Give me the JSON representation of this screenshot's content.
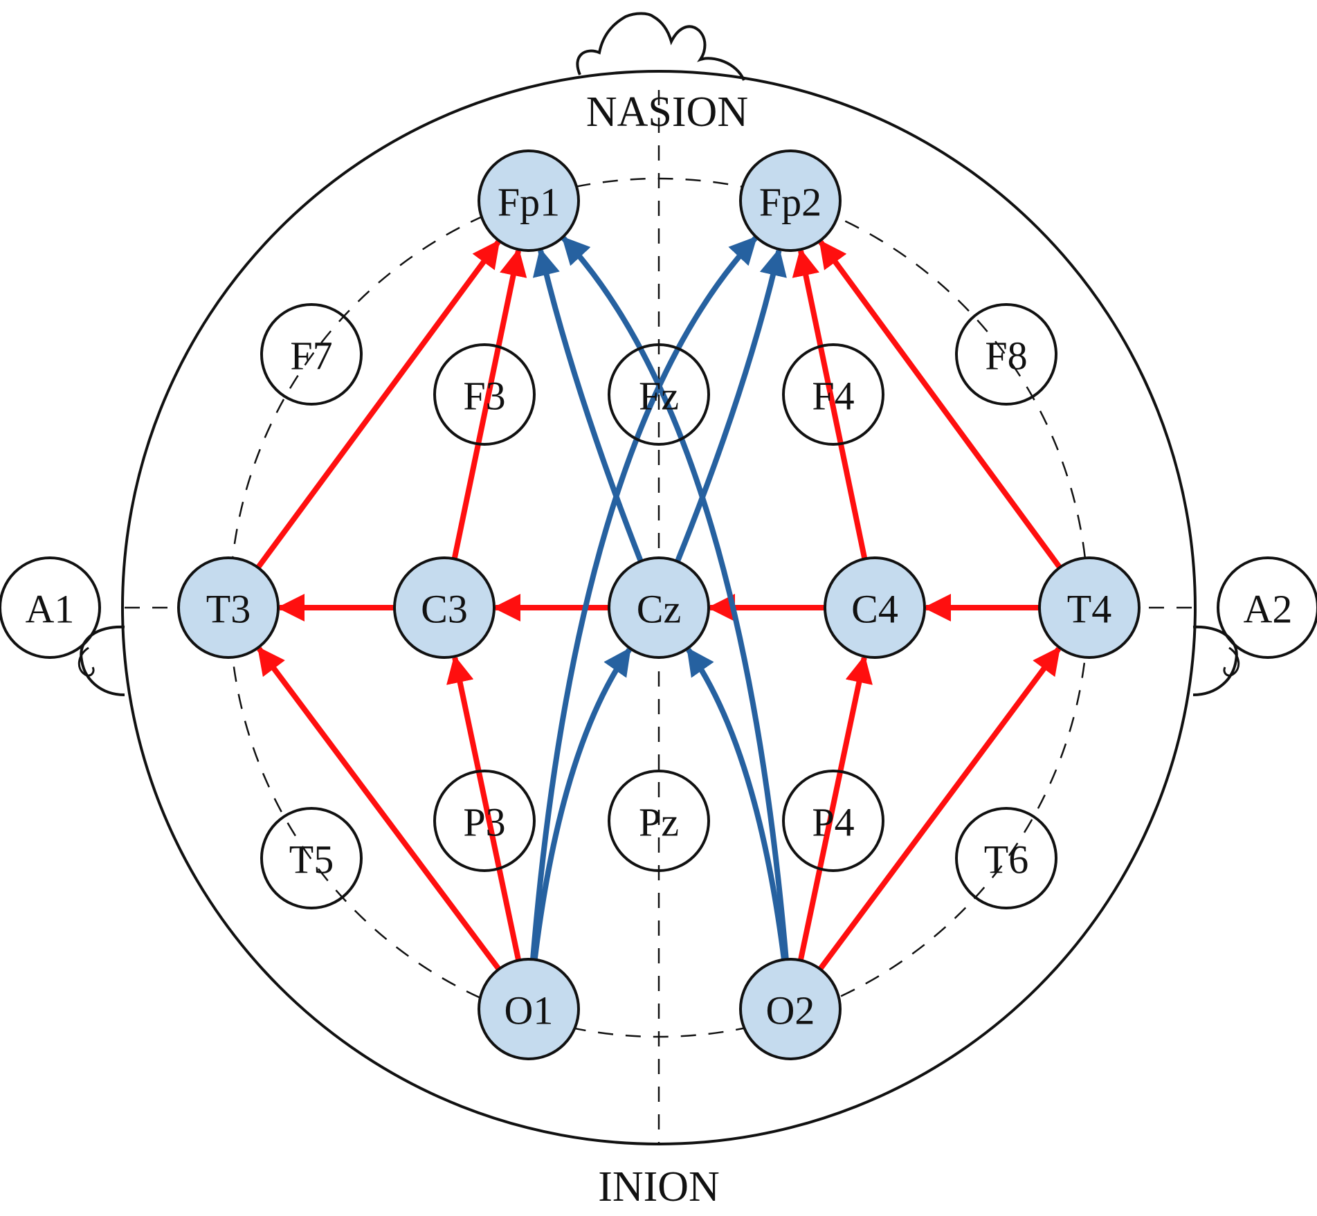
{
  "landmarks": {
    "nasion": "NASION",
    "inion": "INION"
  },
  "colors": {
    "highlight_fill": "#c5dbee",
    "plain_fill": "#ffffff",
    "outline": "#111111",
    "red_arrow": "#ff0f0f",
    "blue_arrow": "#2661a0"
  },
  "electrodes": [
    {
      "id": "Fp1",
      "label": "Fp1",
      "highlighted": true
    },
    {
      "id": "Fp2",
      "label": "Fp2",
      "highlighted": true
    },
    {
      "id": "F7",
      "label": "F7",
      "highlighted": false
    },
    {
      "id": "F3",
      "label": "F3",
      "highlighted": false
    },
    {
      "id": "Fz",
      "label": "Fz",
      "highlighted": false
    },
    {
      "id": "F4",
      "label": "F4",
      "highlighted": false
    },
    {
      "id": "F8",
      "label": "F8",
      "highlighted": false
    },
    {
      "id": "A1",
      "label": "A1",
      "highlighted": false
    },
    {
      "id": "T3",
      "label": "T3",
      "highlighted": true
    },
    {
      "id": "C3",
      "label": "C3",
      "highlighted": true
    },
    {
      "id": "Cz",
      "label": "Cz",
      "highlighted": true
    },
    {
      "id": "C4",
      "label": "C4",
      "highlighted": true
    },
    {
      "id": "T4",
      "label": "T4",
      "highlighted": true
    },
    {
      "id": "A2",
      "label": "A2",
      "highlighted": false
    },
    {
      "id": "T5",
      "label": "T5",
      "highlighted": false
    },
    {
      "id": "P3",
      "label": "P3",
      "highlighted": false
    },
    {
      "id": "Pz",
      "label": "Pz",
      "highlighted": false
    },
    {
      "id": "P4",
      "label": "P4",
      "highlighted": false
    },
    {
      "id": "T6",
      "label": "T6",
      "highlighted": false
    },
    {
      "id": "O1",
      "label": "O1",
      "highlighted": true
    },
    {
      "id": "O2",
      "label": "O2",
      "highlighted": true
    }
  ],
  "connections": [
    {
      "from": "T3",
      "to": "Fp1",
      "color": "red"
    },
    {
      "from": "C3",
      "to": "Fp1",
      "color": "red"
    },
    {
      "from": "C4",
      "to": "Fp2",
      "color": "red"
    },
    {
      "from": "T4",
      "to": "Fp2",
      "color": "red"
    },
    {
      "from": "C3",
      "to": "T3",
      "color": "red"
    },
    {
      "from": "Cz",
      "to": "C3",
      "color": "red"
    },
    {
      "from": "C4",
      "to": "Cz",
      "color": "red"
    },
    {
      "from": "T4",
      "to": "C4",
      "color": "red"
    },
    {
      "from": "O1",
      "to": "T3",
      "color": "red"
    },
    {
      "from": "O1",
      "to": "C3",
      "color": "red"
    },
    {
      "from": "O2",
      "to": "C4",
      "color": "red"
    },
    {
      "from": "O2",
      "to": "T4",
      "color": "red"
    },
    {
      "from": "Cz",
      "to": "Fp1",
      "color": "blue"
    },
    {
      "from": "Cz",
      "to": "Fp2",
      "color": "blue"
    },
    {
      "from": "O1",
      "to": "Fp2",
      "color": "blue"
    },
    {
      "from": "O2",
      "to": "Fp1",
      "color": "blue"
    },
    {
      "from": "O1",
      "to": "Cz",
      "color": "blue"
    },
    {
      "from": "O2",
      "to": "Cz",
      "color": "blue"
    }
  ]
}
